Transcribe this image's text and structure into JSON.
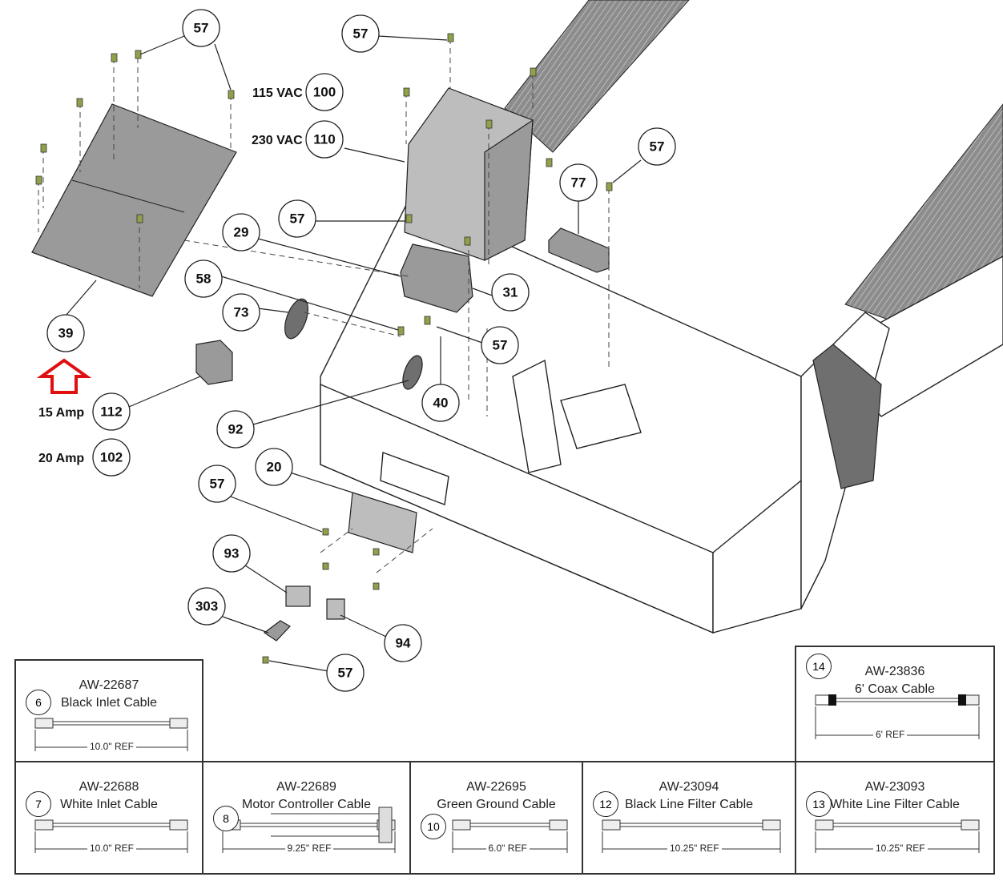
{
  "diagram": {
    "callouts": [
      "57",
      "57",
      "100",
      "110",
      "57",
      "77",
      "57",
      "29",
      "58",
      "73",
      "31",
      "39",
      "57",
      "40",
      "112",
      "102",
      "92",
      "20",
      "57",
      "93",
      "303",
      "94",
      "57"
    ],
    "voltage_labels": {
      "v115": "115 VAC",
      "v230": "230 VAC"
    },
    "amp_labels": {
      "a15": "15 Amp",
      "a20": "20 Amp"
    },
    "highlight_arrow_color": "#e01010"
  },
  "cables": [
    {
      "item": "6",
      "part_number": "AW-22687",
      "name": "Black Inlet Cable",
      "ref": "10.0\" REF"
    },
    {
      "item": "7",
      "part_number": "AW-22688",
      "name": "White Inlet Cable",
      "ref": "10.0\" REF"
    },
    {
      "item": "8",
      "part_number": "AW-22689",
      "name": "Motor Controller Cable",
      "ref": "9.25\" REF"
    },
    {
      "item": "10",
      "part_number": "AW-22695",
      "name": "Green Ground Cable",
      "ref": "6.0\" REF"
    },
    {
      "item": "12",
      "part_number": "AW-23094",
      "name": "Black Line Filter Cable",
      "ref": "10.25\" REF"
    },
    {
      "item": "13",
      "part_number": "AW-23093",
      "name": "White Line Filter Cable",
      "ref": "10.25\" REF"
    },
    {
      "item": "14",
      "part_number": "AW-23836",
      "name": "6' Coax Cable",
      "ref": "6' REF"
    }
  ]
}
